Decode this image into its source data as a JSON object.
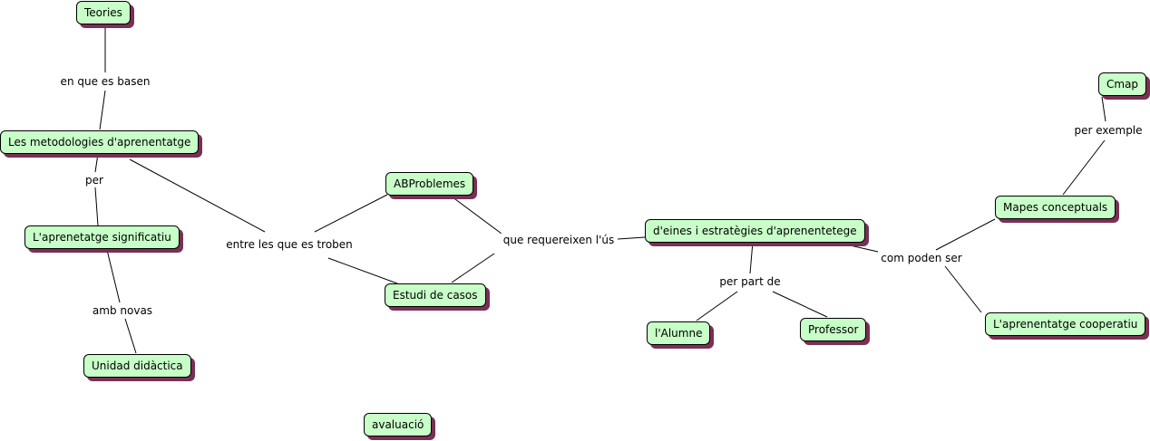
{
  "nodes": {
    "teories": "Teories",
    "metodologies": "Les metodologies d'aprenentatge",
    "significatiu": "L'aprenetatge significatiu",
    "unidad": "Unidad didàctica",
    "abproblemes": "ABProblemes",
    "estudi": "Estudi de casos",
    "eines": "d'eines i estratègies d'aprenentetege",
    "alumne": "l'Alumne",
    "professor": "Professor",
    "mapes": "Mapes conceptuals",
    "cmap": "Cmap",
    "cooperatiu": "L'aprenentatge cooperatiu",
    "avaluacio": "avaluació"
  },
  "links": {
    "en_que_es_basen": "en que es basen",
    "per": "per",
    "amb_novas": "amb novas",
    "entre_les_que": "entre les que es troben",
    "que_requereixen": "que requereixen l'ús",
    "per_part_de": "per part de",
    "com_poden_ser": "com poden ser",
    "per_exemple": "per exemple"
  },
  "colors": {
    "node_fill": "#c8ffc8",
    "node_border": "#000000",
    "node_shadow": "#7a2f55",
    "line": "#000000"
  }
}
